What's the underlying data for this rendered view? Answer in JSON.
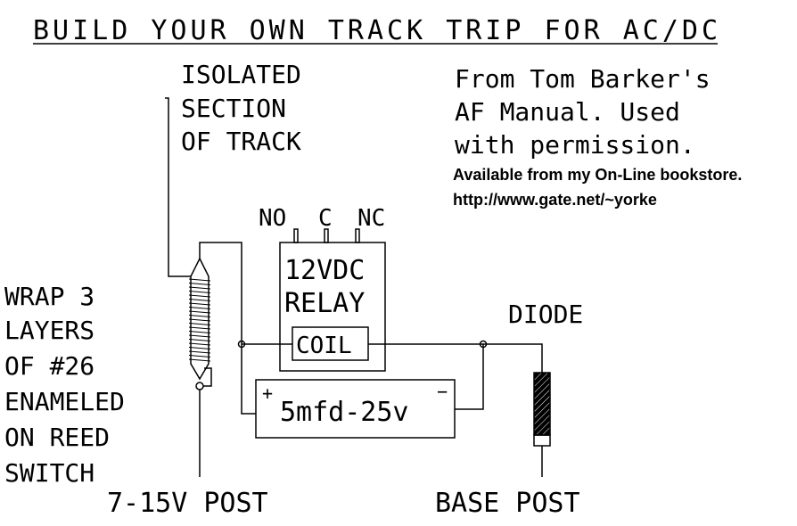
{
  "title": "BUILD YOUR OWN TRACK TRIP FOR AC/DC",
  "isolated_section": [
    "ISOLATED",
    "SECTION",
    "OF TRACK"
  ],
  "credit": [
    "From Tom Barker's",
    "AF Manual. Used",
    "with permission."
  ],
  "availability": [
    "Available from my On-Line bookstore.",
    "http://www.gate.net/~yorke"
  ],
  "relay": {
    "pins": [
      "NO",
      "C",
      "NC"
    ],
    "label": [
      "12VDC",
      "RELAY"
    ],
    "coil": "COIL"
  },
  "capacitor": {
    "label": "5mfd-25v",
    "plus": "+",
    "minus": "−"
  },
  "diode_label": "DIODE",
  "wrap_note": [
    "WRAP 3",
    "LAYERS",
    "OF #26",
    "ENAMELED",
    "ON REED",
    "SWITCH"
  ],
  "posts": {
    "left": "7-15V POST",
    "right": "BASE POST"
  }
}
